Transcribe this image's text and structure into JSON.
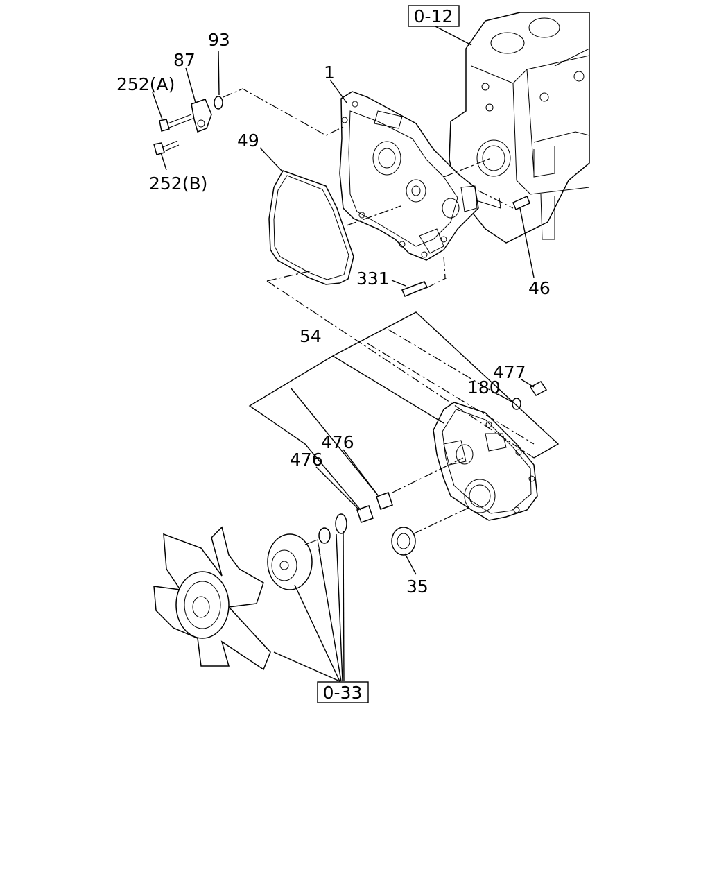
{
  "labels": {
    "ref_top": "0-12",
    "ref_bottom": "0-33",
    "p1": "1",
    "p93": "93",
    "p87": "87",
    "p252a": "252(A)",
    "p252b": "252(B)",
    "p49": "49",
    "p331": "331",
    "p46": "46",
    "p54": "54",
    "p477": "477",
    "p180": "180",
    "p476a": "476",
    "p476b": "476",
    "p35": "35"
  }
}
